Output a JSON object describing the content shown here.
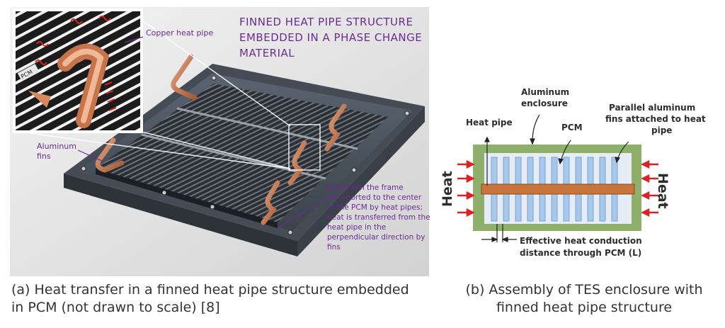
{
  "panel_a": {
    "title": [
      "FINNED HEAT PIPE STRUCTURE",
      "EMBEDDED IN A PHASE CHANGE",
      "MATERIAL"
    ],
    "copper_label": "Copper heat pipe",
    "fins_label": [
      "Aluminum",
      "fins"
    ],
    "heat_note": [
      "Heat from the frame",
      "transported to the center",
      "of the PCM by heat pipes;",
      "heat is transferred from the",
      "heat pipe in the",
      "perpendicular direction by",
      "fins"
    ],
    "inset_tag": "PCM",
    "caption": [
      "(a) Heat transfer in a finned heat pipe structure embedded",
      "in PCM (not drawn to scale) [8]"
    ]
  },
  "panel_b": {
    "enclosure_label": [
      "Aluminum",
      "enclosure"
    ],
    "heat_pipe_label": "Heat pipe",
    "pcm_label": "PCM",
    "fins_label": [
      "Parallel aluminum",
      "fins attached to heat",
      "pipe"
    ],
    "heat_left": "Heat",
    "heat_right": "Heat",
    "distance_label": [
      "Effective heat conduction",
      "distance through PCM (L)"
    ],
    "caption": [
      "(b) Assembly of TES enclosure with",
      "finned heat pipe structure"
    ]
  },
  "colors": {
    "label_purple": "#6a2c91",
    "copper": "#c8744a",
    "enclosure_green": "#8fb06a",
    "pcm_fill": "#e6edf7",
    "fin_blue": "#a8c8ea",
    "heat_arrow": "#e02020"
  }
}
